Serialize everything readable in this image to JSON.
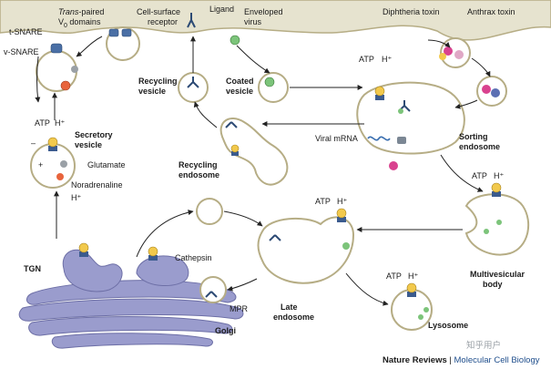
{
  "labels": {
    "t_snare": "t-SNARE",
    "v_snare": "v-SNARE",
    "trans_paired_a": "Trans",
    "trans_paired_b": "-paired",
    "v0_domains_a": "V",
    "v0_domains_sub": "0",
    "v0_domains_b": " domains",
    "cell_surface_receptor_1": "Cell-surface",
    "cell_surface_receptor_2": "receptor",
    "ligand": "Ligand",
    "enveloped_virus_1": "Enveloped",
    "enveloped_virus_2": "virus",
    "diphtheria_toxin": "Diphtheria toxin",
    "anthrax_toxin": "Anthrax toxin",
    "recycling_vesicle_1": "Recycling",
    "recycling_vesicle_2": "vesicle",
    "coated_vesicle_1": "Coated",
    "coated_vesicle_2": "vesicle",
    "sorting_endosome_1": "Sorting",
    "sorting_endosome_2": "endosome",
    "viral_mrna": "Viral mRNA",
    "secretory_vesicle_1": "Secretory",
    "secretory_vesicle_2": "vesicle",
    "glutamate": "Glutamate",
    "noradrenaline": "Noradrenaline",
    "recycling_endosome_1": "Recycling",
    "recycling_endosome_2": "endosome",
    "multivesicular_body_1": "Multivesicular",
    "multivesicular_body_2": "body",
    "tgn": "TGN",
    "cathepsin": "Cathepsin",
    "mpr": "MPR",
    "golgi": "Golgi",
    "late_endosome_1": "Late",
    "late_endosome_2": "endosome",
    "lysosome": "Lysosome",
    "atp": "ATP",
    "h_plus": "H⁺",
    "minus": "–",
    "plus": "+"
  },
  "footer": {
    "journal": "Nature Reviews",
    "separator": " | ",
    "section": "Molecular Cell Biology",
    "watermark": "知乎用户"
  },
  "colors": {
    "membrane_fill": "#e6e3cf",
    "membrane_outline": "#b6ad85",
    "compartment_fill": "#ffffff",
    "golgi_fill": "#9a9ccd",
    "golgi_outline": "#6d6fa6",
    "atpase_yellow": "#f2c94c",
    "atpase_blue": "#3b5b8e",
    "snare_blue": "#4a6fa5",
    "toxin_pink": "#d9428f",
    "cargo_green": "#7cc47a",
    "cargo_orange": "#e8643c",
    "footer_blue": "#1f4e8c",
    "arrow": "#222222"
  }
}
